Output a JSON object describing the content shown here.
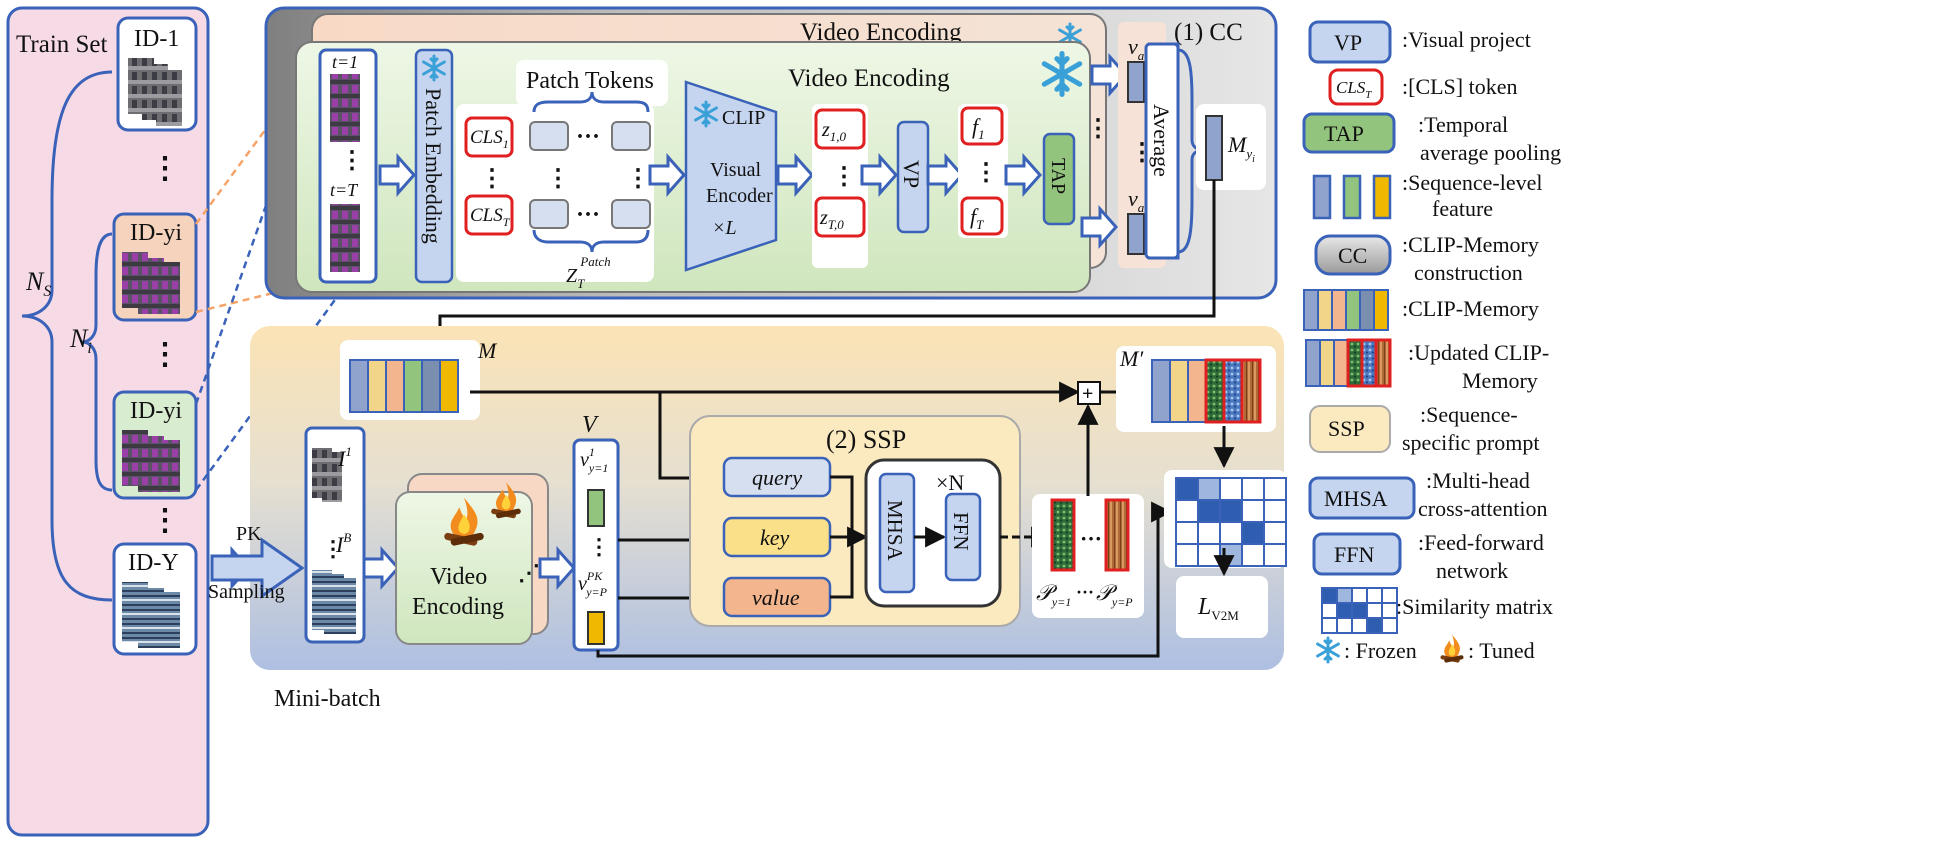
{
  "train_set": {
    "title": "Train Set",
    "ids": [
      "ID-1",
      "ID-yi",
      "ID-yi",
      "ID-Y"
    ],
    "ns": "N",
    "ns_sub": "S",
    "ni": "N",
    "ni_sub": "i",
    "dots": "⋮"
  },
  "cc": {
    "label": "(1) CC",
    "outer_title": "Video Encoding",
    "inner_title": "Video Encoding",
    "patch_embedding": "Patch Embedding",
    "patch_tokens": "Patch Tokens",
    "t1": "t=1",
    "tT": "t=T",
    "cls1": "CLS",
    "cls1_sub": "1",
    "clsT": "CLS",
    "clsT_sub": "T",
    "zpatch": "Z",
    "zpatch_sub": "T",
    "zpatch_sup": "Patch",
    "clip": [
      "CLIP",
      "Visual",
      "Encoder",
      "×L"
    ],
    "z10": "z",
    "z10_sub": "1,0",
    "zT0": "z",
    "zT0_sub": "T,0",
    "vp": "VP",
    "f1": "f",
    "f1_sub": "1",
    "fT": "f",
    "fT_sub": "T",
    "tap": "TAP",
    "va": "v",
    "va_sub": "a",
    "average": "Average",
    "my": "M",
    "my_sub": "y",
    "my_subsub": "i"
  },
  "ssp": {
    "label": "(2) SSP",
    "m": "M",
    "mprime": "M′",
    "ib_top": "I",
    "ib_top_sup": "1",
    "ib_bot": "I",
    "ib_bot_sup": "B",
    "pk": "PK",
    "sampling": "Sampling",
    "minibatch": "Mini-batch",
    "video_encoding": [
      "Video",
      "Encoding"
    ],
    "v": "V",
    "v1": "v",
    "v1_sup": "1",
    "v1_sub": "y=1",
    "vpk": "v",
    "vpk_sup": "PK",
    "vpk_sub": "y=P",
    "query": "query",
    "key": "key",
    "value": "value",
    "mhsa": "MHSA",
    "ffn": "FFN",
    "xn": "×N",
    "p1": "𝒫",
    "p1_sub": "y=1",
    "pp": "𝒫",
    "pp_sub": "y=P",
    "loss": "L",
    "loss_sub": "V2M",
    "plus": "+"
  },
  "legend": [
    {
      "key": "VP",
      "desc": [
        ":Visual project"
      ]
    },
    {
      "key": "CLS",
      "key_sub": "T",
      "desc": [
        ":[CLS] token"
      ]
    },
    {
      "key": "TAP",
      "desc": [
        ":Temporal",
        "average pooling"
      ]
    },
    {
      "key": "",
      "desc": [
        ":Sequence-level",
        "feature"
      ]
    },
    {
      "key": "CC",
      "desc": [
        ":CLIP-Memory",
        "construction"
      ]
    },
    {
      "key": "",
      "desc": [
        ":CLIP-Memory"
      ]
    },
    {
      "key": "",
      "desc": [
        ":Updated CLIP-",
        "Memory"
      ]
    },
    {
      "key": "SSP",
      "desc": [
        ":Sequence-",
        "specific prompt"
      ]
    },
    {
      "key": "MHSA",
      "desc": [
        ":Multi-head",
        "cross-attention"
      ]
    },
    {
      "key": "FFN",
      "desc": [
        ":Feed-forward",
        "network"
      ]
    },
    {
      "key": "",
      "desc": [
        ":Similarity matrix"
      ]
    }
  ],
  "legend_bottom": {
    "frozen": ": Frozen",
    "tuned": ": Tuned"
  },
  "colors": {
    "blue_line": "#3a62b8",
    "red_box": "#e02020",
    "pink_panel": "#f6dbe6",
    "green_panel": "#dcefd0",
    "peach_panel": "#f6d8c4",
    "gray_panel": "#c8c8c8",
    "yellow_panel": "#fbe7b3",
    "token_fill": "#d6dff0",
    "mem_colors": [
      "#8fa3cc",
      "#f3d58a",
      "#f2b58e",
      "#93c47d",
      "#7a8fb0",
      "#f0b800"
    ]
  }
}
